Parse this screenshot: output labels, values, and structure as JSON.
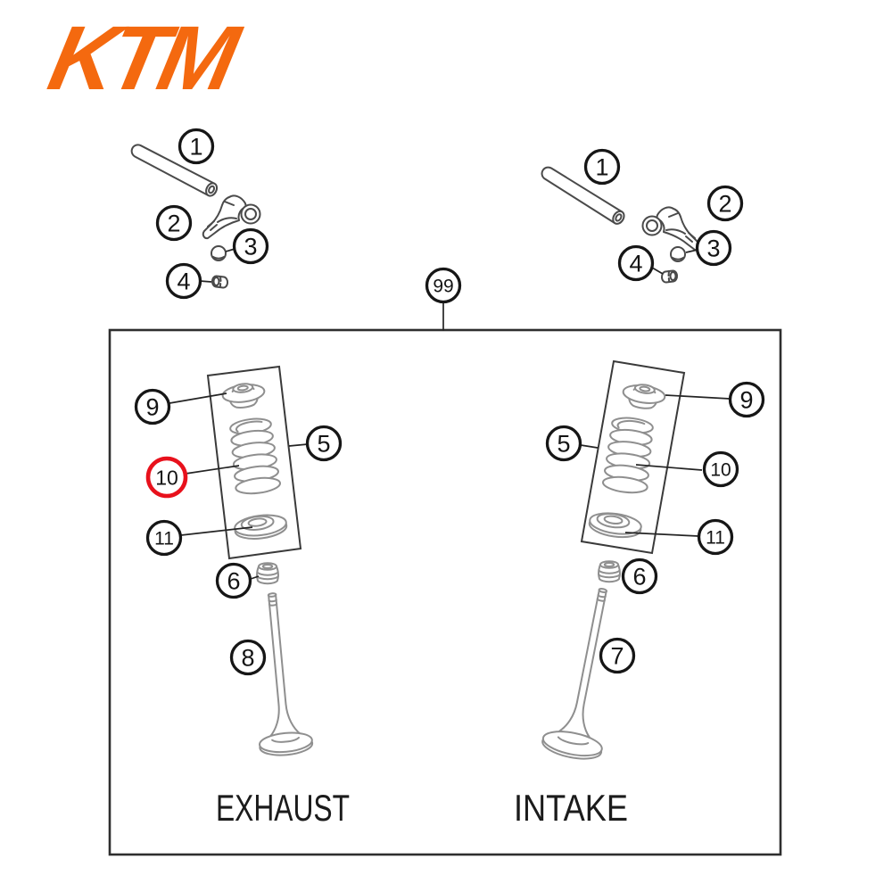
{
  "brand": {
    "name": "KTM",
    "color": "#F4690F"
  },
  "diagram": {
    "callouts": {
      "shaft": "1",
      "rocker_arm": "2",
      "ball": "3",
      "adjuster": "4",
      "spring_kit": "5",
      "valve_seal": "6",
      "intake_valve": "7",
      "exhaust_valve": "8",
      "spring_retainer": "9",
      "valve_spring": "10",
      "spring_seat": "11",
      "assembly": "99"
    },
    "labels": {
      "exhaust": "EXHAUST",
      "intake": "INTAKE"
    },
    "highlight": {
      "part": "10",
      "color": "#E8111C"
    }
  }
}
